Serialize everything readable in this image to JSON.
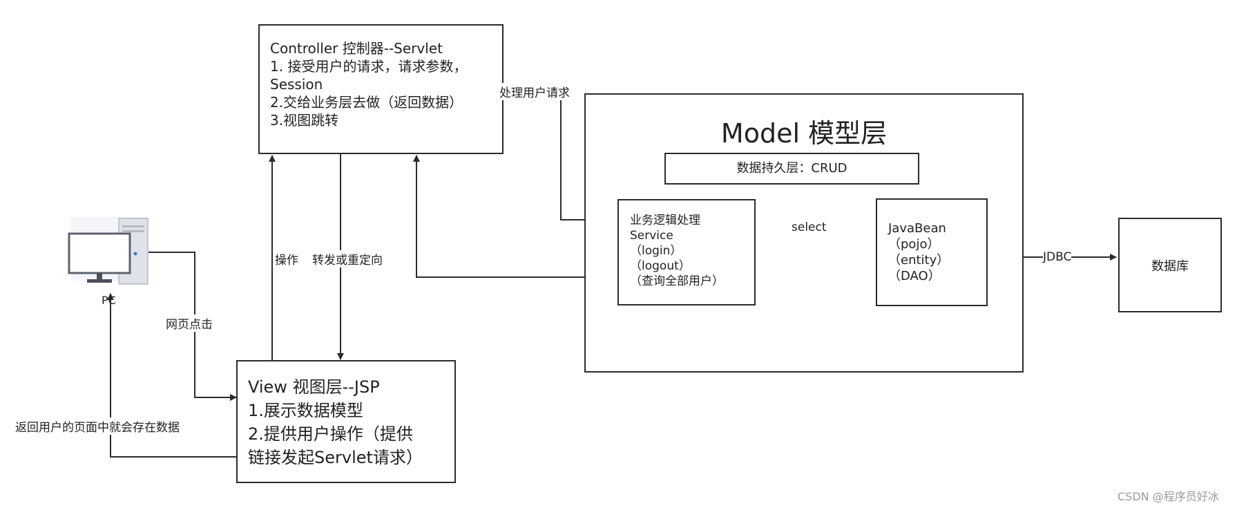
{
  "controller": {
    "title": "Controller 控制器--Servlet",
    "items": [
      "1. 接受用户的请求，请求参数，",
      "Session",
      "2.交给业务层去做（返回数据）",
      "3.视图跳转"
    ]
  },
  "view": {
    "title": "View 视图层--JSP",
    "items": [
      "1.展示数据模型",
      "2.提供用户操作（提供",
      "链接发起Servlet请求）"
    ]
  },
  "model": {
    "title": "Model 模型层",
    "persistence": "数据持久层：CRUD",
    "service": {
      "items": [
        "业务逻辑处理",
        "Service",
        "（login）",
        "（logout）",
        "（查询全部用户）"
      ]
    },
    "javabean": {
      "items": [
        "JavaBean",
        "（pojo）",
        "（entity）",
        "（DAO）"
      ]
    }
  },
  "database": {
    "label": "数据库"
  },
  "pc": {
    "label": "PC"
  },
  "edges": {
    "handle_request": "处理用户请求",
    "operate": "操作",
    "forward_redirect": "转发或重定向",
    "webpage_click": "网页点击",
    "return_page": "返回用户的页面中就会存在数据",
    "select": "select",
    "jdbc": "JDBC"
  },
  "watermark": "CSDN @程序员好冰"
}
